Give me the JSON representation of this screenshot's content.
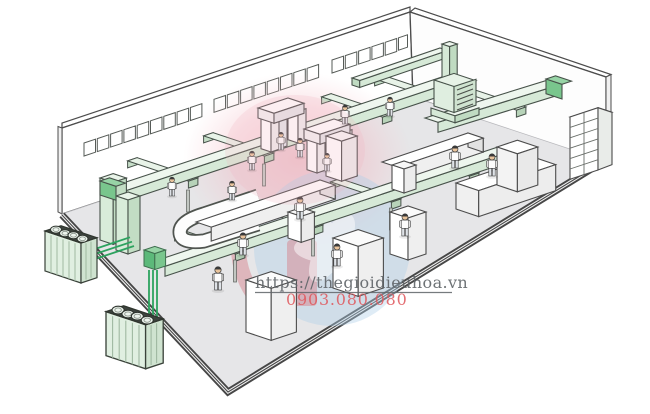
{
  "watermark": {
    "url_text": "https://thegioidieuhoa.vn",
    "phone_text": "0903.080.080",
    "url_color": "#5f6468",
    "phone_color": "#e0575c"
  },
  "palette": {
    "duct_green_top": "#eef6ee",
    "duct_green_front": "#d6e9d7",
    "duct_green_cap": "#c0dbc2",
    "accent_green": "#79c68d",
    "pipe_green": "#2da35f",
    "floor_gray": "#e6e6e8",
    "wall_white": "#ffffff",
    "outline_dark": "#4c4c4c",
    "watermark_pink": "#f2b4be",
    "watermark_blue": "#aecfe9",
    "watermark_red_bar": "#d9636c"
  },
  "scene": {
    "description": "Isometric cutaway illustration of a factory hall with a central ducted air-conditioning system",
    "elements": [
      "back wall with clerestory window strips",
      "right wall",
      "gray floor slab with dark front edge",
      "light-green supply duct mains with cross diffuser branches",
      "louvered air handling unit with vertical duct",
      "green indoor AHU cabinet",
      "two outdoor condenser units with top fans",
      "green refrigerant piping",
      "workbenches, conveyors and gantry machines",
      "white storage crates",
      "shelving rack",
      "factory workers"
    ],
    "counts": {
      "workers": 15,
      "duct_cross_branches": 9,
      "outdoor_units": 2,
      "window_panes": 23,
      "storage_crates": 3
    }
  }
}
